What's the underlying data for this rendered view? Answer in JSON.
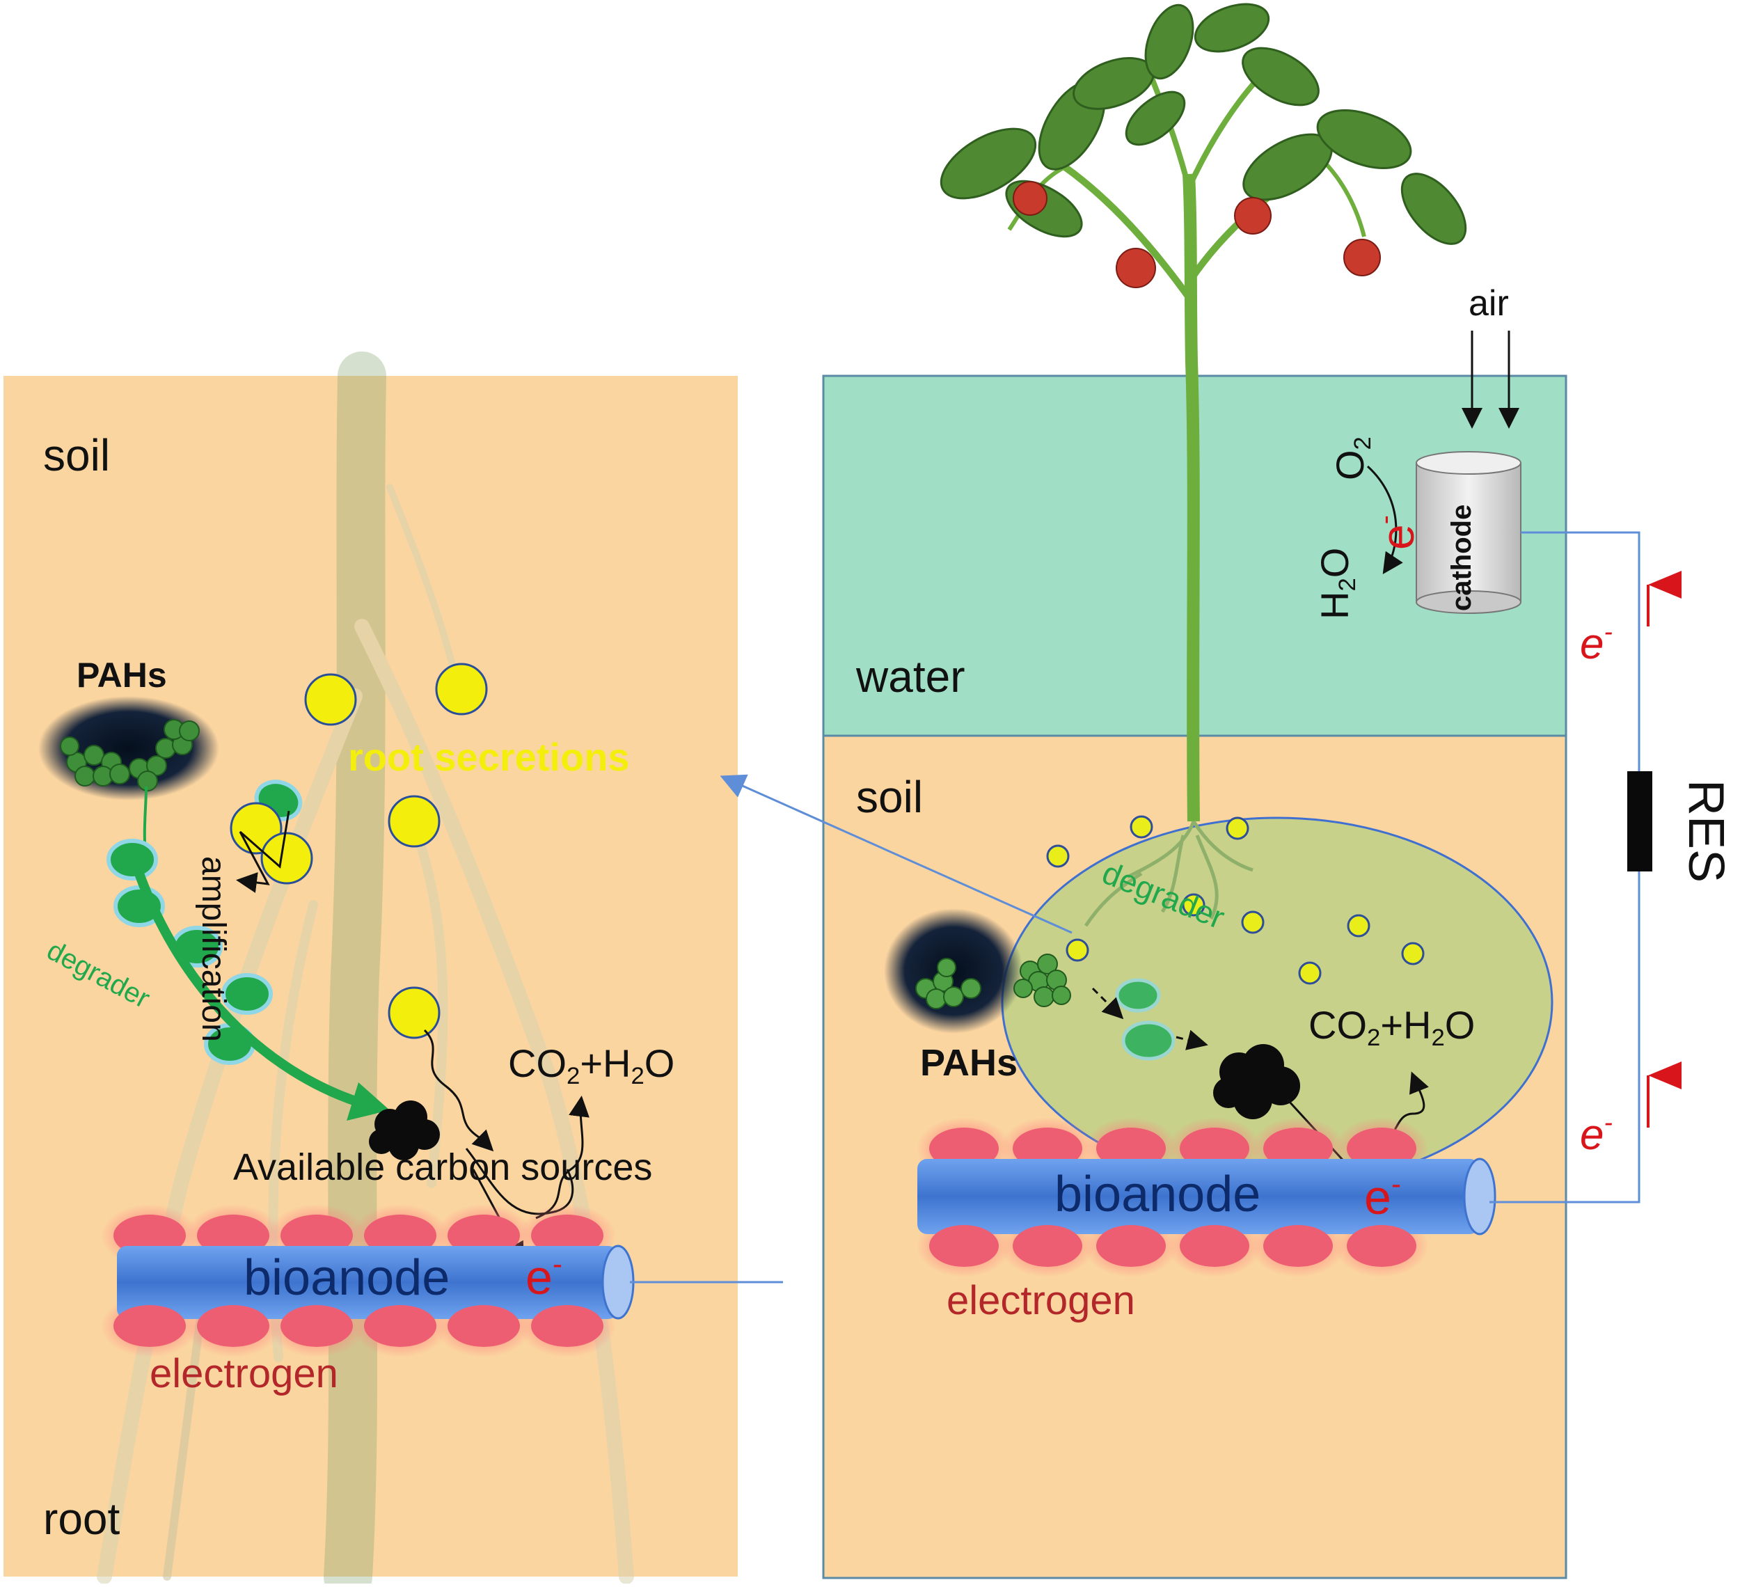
{
  "left_panel": {
    "soil_label": "soil",
    "root_label": "root",
    "pahs_label": "PAHs",
    "root_secretions_label": "root secretions",
    "amplification_label": "amplification",
    "degrader_label": "degrader",
    "products_label": {
      "co": "CO",
      "sub": "2",
      "tail": "+H",
      "sub2": "2",
      "end": "O"
    },
    "carbon_sources_label": "Available carbon sources",
    "bioanode_label": "bioanode",
    "electron_label": {
      "base": "e",
      "sup": "-"
    },
    "electrogen_label": "electrogen"
  },
  "right_panel": {
    "air_label": "air",
    "water_label": "water",
    "soil_label": "soil",
    "cathode_label": "cathode",
    "o2_label": {
      "base": "O",
      "sub": "2"
    },
    "h2o_label": {
      "base1": "H",
      "sub": "2",
      "base2": "O"
    },
    "cathode_electron": {
      "base": "e",
      "sup": "-"
    },
    "degrader_label": "degrader",
    "pahs_label": "PAHs",
    "products_label": {
      "co": "CO",
      "sub": "2",
      "tail": "+H",
      "sub2": "2",
      "end": "O"
    },
    "bioanode_label": "bioanode",
    "electron_label": {
      "base": "e",
      "sup": "-"
    },
    "electrogen_label": "electrogen",
    "res_label": "RES",
    "circuit_electron_top": {
      "base": "e",
      "sup": "-"
    },
    "circuit_electron_bottom": {
      "base": "e",
      "sup": "-"
    }
  },
  "colors": {
    "soil": "#fbd5a0",
    "water": "#a0dfc6",
    "degrader": "#20a84a",
    "secretion": "#f4ee0c",
    "bioanode_tube": "#4f86db",
    "electrogen": "#ee5e72",
    "connector": "#5f8ed8",
    "circuit_arrow": "#d9151c"
  }
}
